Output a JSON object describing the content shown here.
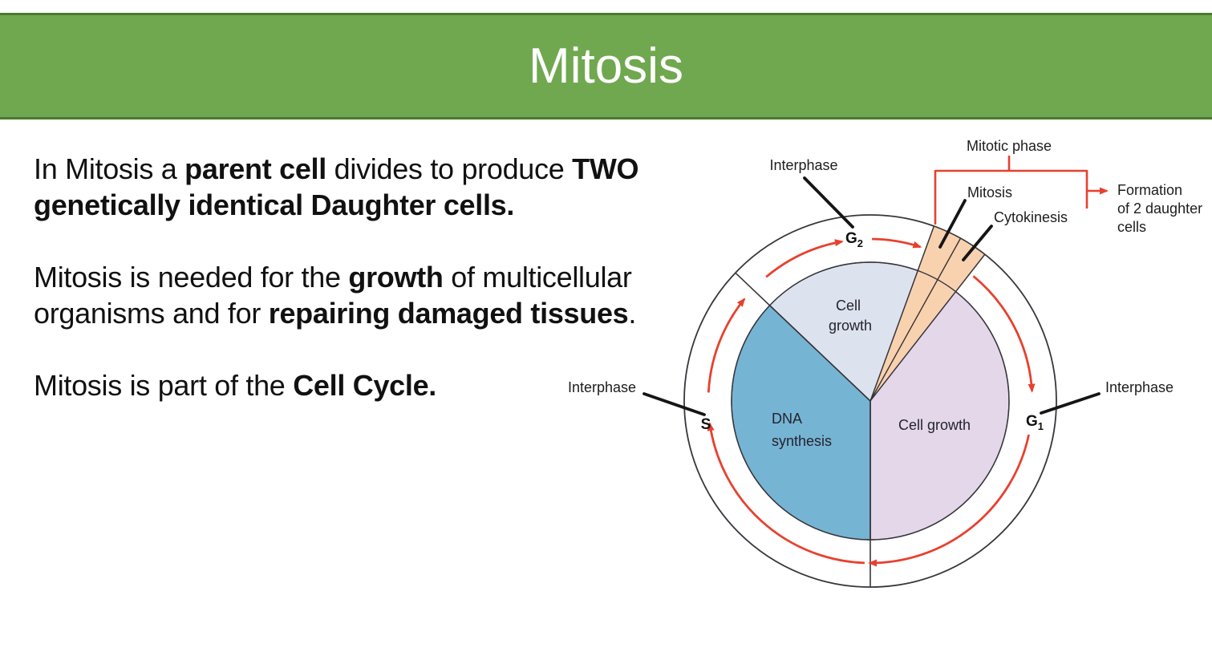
{
  "title": "Mitosis",
  "body": {
    "paragraphs": [
      {
        "lines": [
          [
            {
              "t": "In Mitosis a "
            },
            {
              "t": "parent cell",
              "b": 1
            },
            {
              "t": " divides to produce "
            },
            {
              "t": "TWO",
              "b": 1
            }
          ],
          [
            {
              "t": "genetically identical Daughter cells.",
              "b": 1
            }
          ]
        ]
      },
      {
        "lines": [
          [
            {
              "t": "Mitosis is needed for the "
            },
            {
              "t": "growth",
              "b": 1
            },
            {
              "t": " of multicellular"
            }
          ],
          [
            {
              "t": "organisms and for "
            },
            {
              "t": "repairing damaged tissues",
              "b": 1
            },
            {
              "t": "."
            }
          ]
        ]
      },
      {
        "lines": [
          [
            {
              "t": "Mitosis is part of the "
            },
            {
              "t": "Cell Cycle.",
              "b": 1
            }
          ]
        ]
      }
    ]
  },
  "diagram": {
    "labels": {
      "interphase_top": "Interphase",
      "interphase_left": "Interphase",
      "interphase_right": "Interphase",
      "mitotic_phase": "Mitotic phase",
      "mitosis": "Mitosis",
      "cytokinesis": "Cytokinesis",
      "formation_line1": "Formation",
      "formation_line2": "of 2 daughter",
      "formation_line3": "cells",
      "g2_main": "G",
      "g2_sub": "2",
      "g1_main": "G",
      "g1_sub": "1",
      "s": "S",
      "cell_growth_top_line1": "Cell",
      "cell_growth_top_line2": "growth",
      "dna_line1": "DNA",
      "dna_line2": "synthesis",
      "cell_growth_right": "Cell growth"
    },
    "colors": {
      "banner_green": "#70a850",
      "banner_border": "#4a7a2e",
      "ring_gray": "#d9d8da",
      "g2_wedge": "#dde3ee",
      "s_wedge": "#76b4d4",
      "g1_wedge": "#e3d7e9",
      "mitotic_wedge": "#f8d1af",
      "arrow_red": "#e8402f",
      "text_black": "#1d1d1d"
    }
  }
}
